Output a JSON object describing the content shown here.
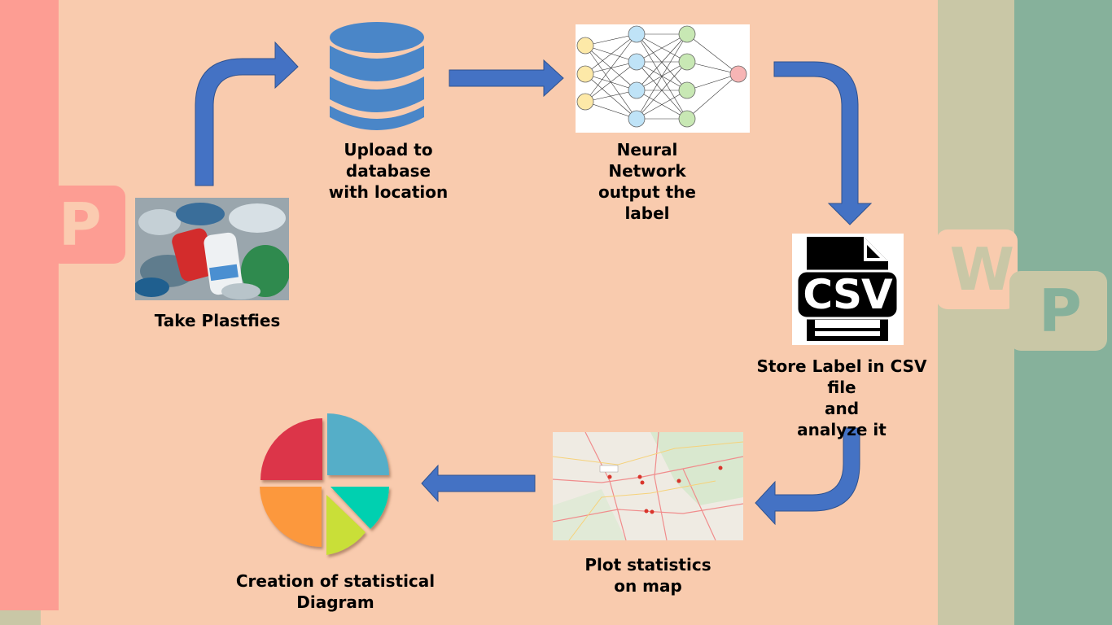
{
  "background": {
    "color": "#f9cbae",
    "left_band": "#fd9d93",
    "right_band_1": "#c9c7a6",
    "right_band_2": "#86b19b"
  },
  "tabs": {
    "left_letter": "P",
    "right_w_letter": "W",
    "right_p_letter": "P"
  },
  "arrow_color": "#4472c4",
  "steps": {
    "take": {
      "label": "Take Plastfies",
      "icon": "plastic-bottles-photo-icon"
    },
    "upload": {
      "label": "Upload to\ndatabase\nwith location",
      "icon": "database-icon"
    },
    "neural": {
      "label": "Neural\nNetwork\noutput the\nlabel",
      "icon": "neural-network-icon"
    },
    "store": {
      "label": "Store Label in CSV\nfile\nand\nanalyze it",
      "icon": "csv-file-icon",
      "icon_text": "CSV"
    },
    "plot": {
      "label": "Plot statistics\non map",
      "icon": "map-icon"
    },
    "diagram": {
      "label": "Creation of statistical\nDiagram",
      "icon": "pie-chart-icon"
    }
  },
  "pie_colors": [
    "#dc3649",
    "#55aec8",
    "#00d0b0",
    "#c9df37",
    "#fc983d"
  ]
}
